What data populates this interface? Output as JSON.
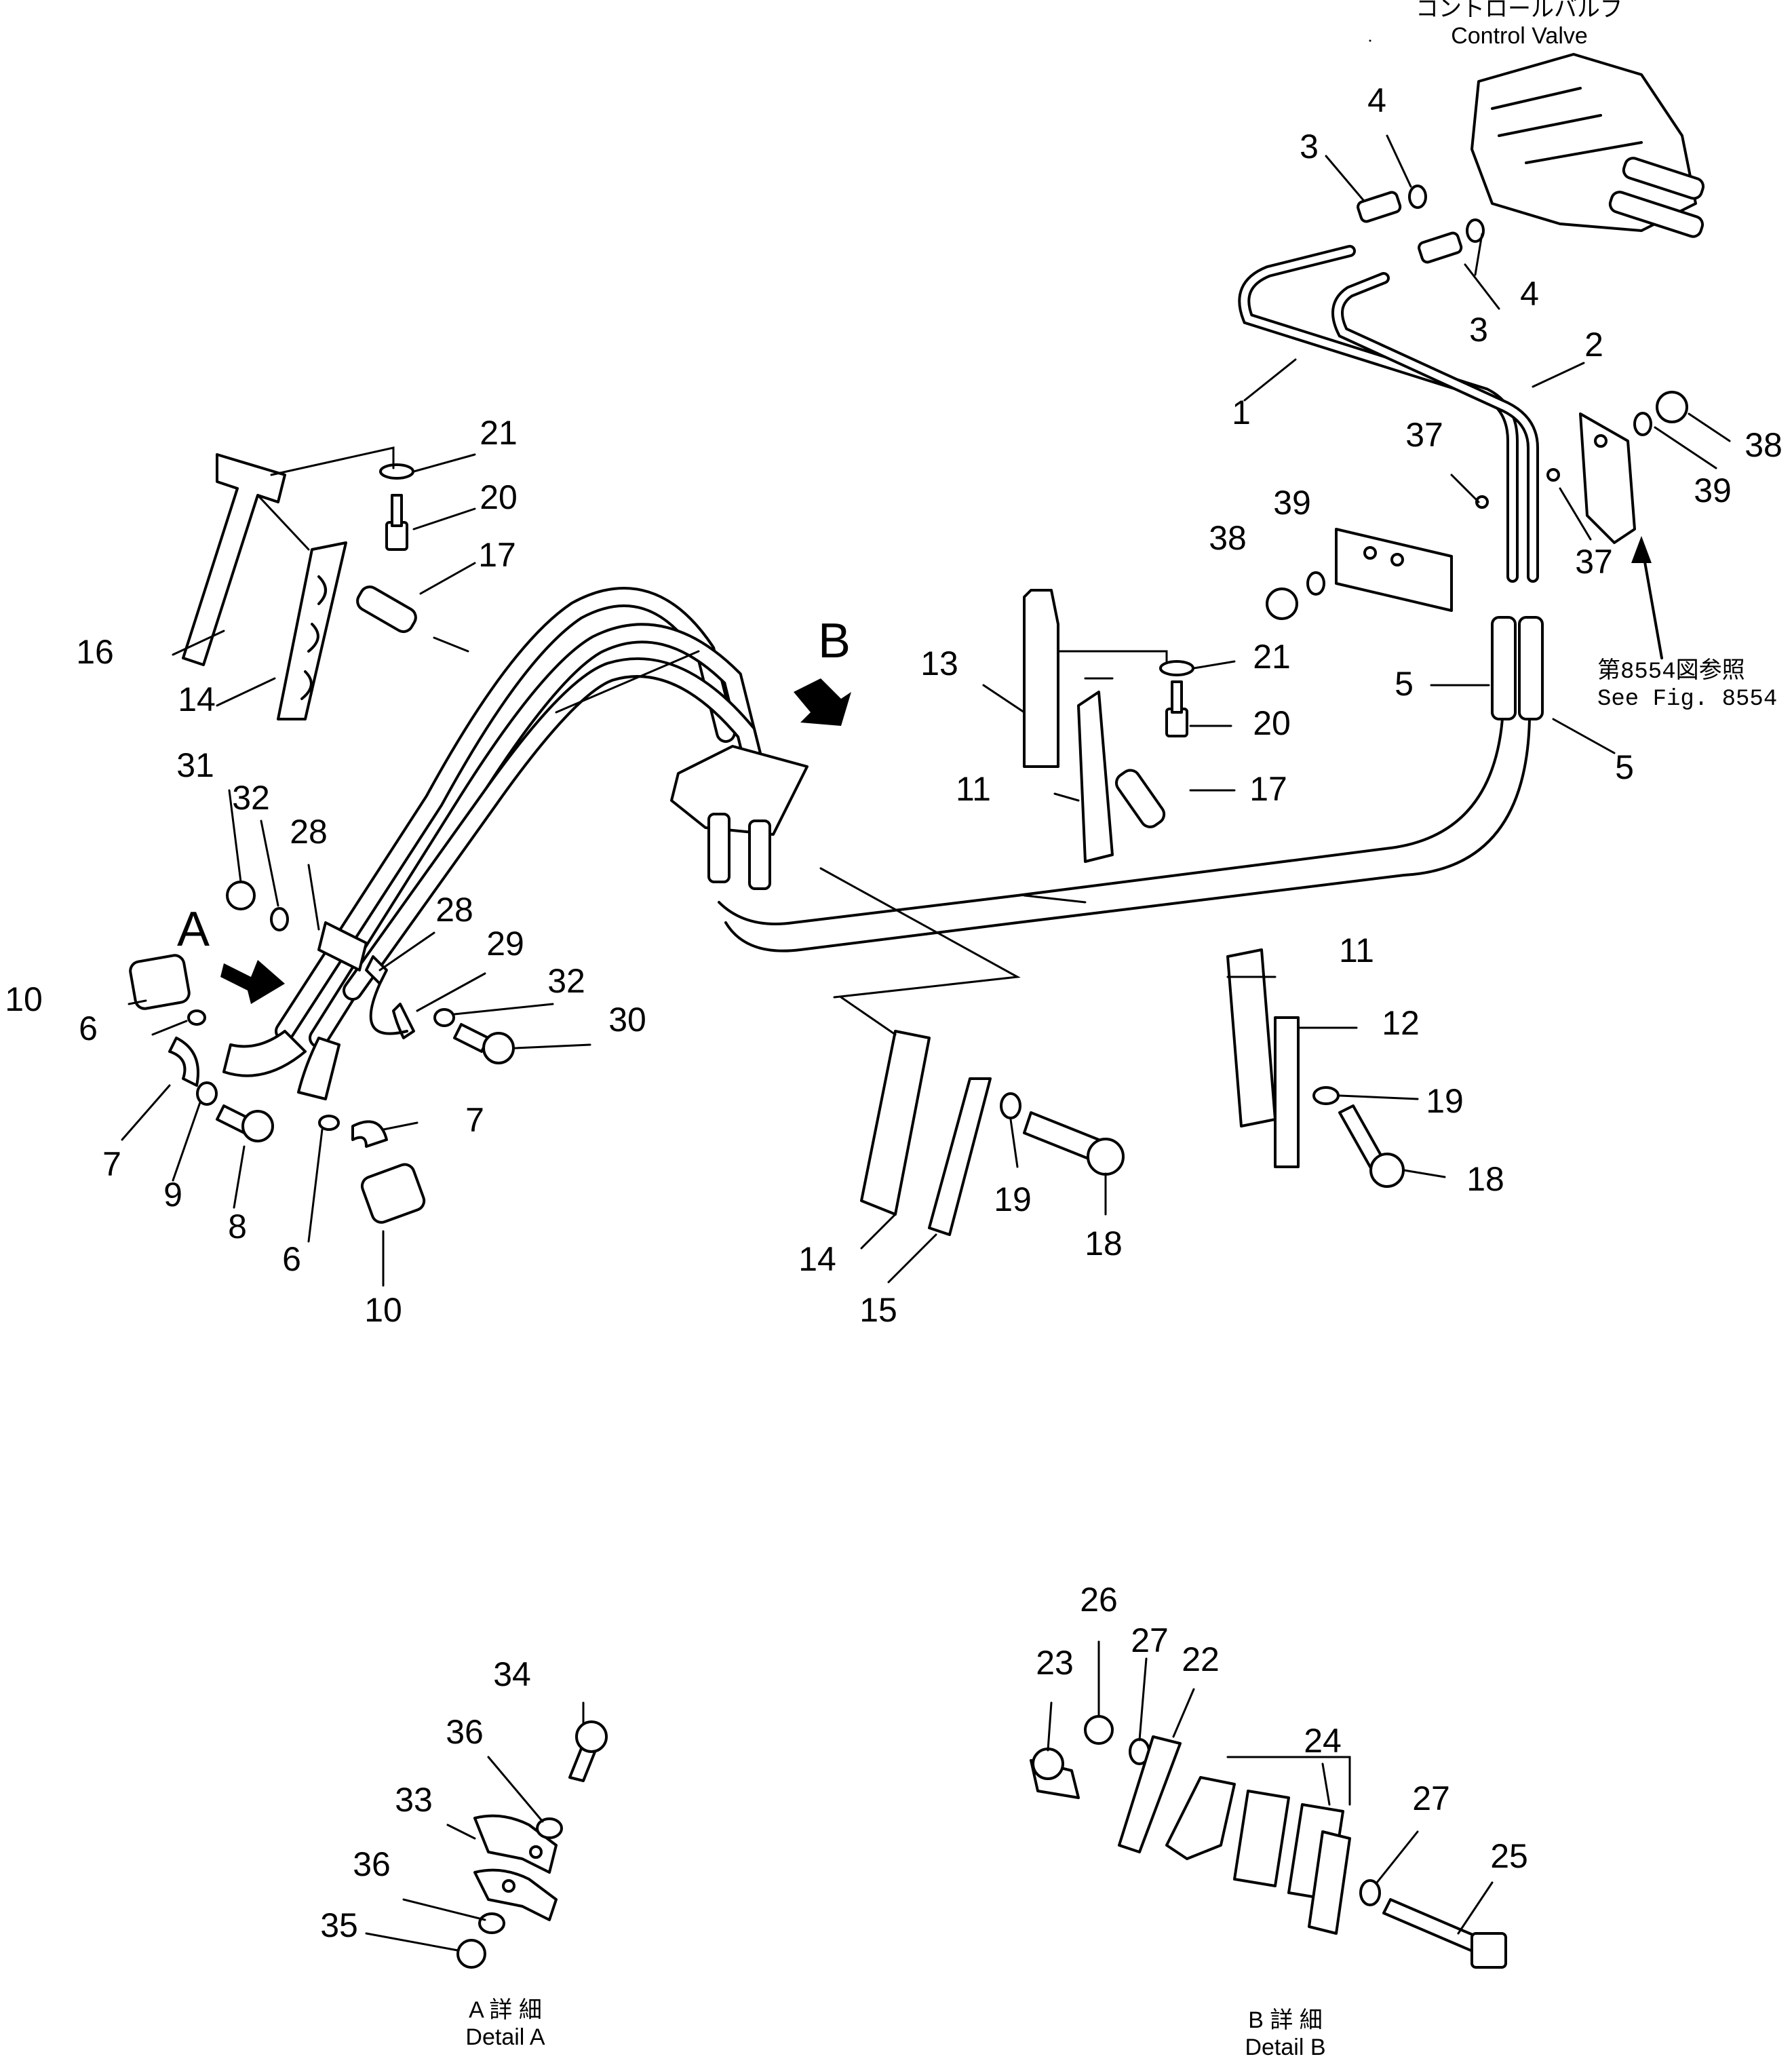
{
  "notes": {
    "control_valve_jp": "コントロールバルブ",
    "control_valve_en": "Control Valve",
    "see_fig_jp": "第8554図参照",
    "see_fig_en": "See Fig. 8554",
    "detail_a_jp": "A 詳 細",
    "detail_a_en": "Detail A",
    "detail_b_jp": "B 詳 細",
    "detail_b_en": "Detail B",
    "arrow_a": "A",
    "arrow_b": "B"
  },
  "callouts": [
    "1",
    "2",
    "3",
    "3",
    "4",
    "4",
    "5",
    "5",
    "6",
    "6",
    "7",
    "7",
    "8",
    "9",
    "10",
    "10",
    "11",
    "11",
    "12",
    "13",
    "14",
    "14",
    "15",
    "16",
    "17",
    "17",
    "18",
    "18",
    "19",
    "19",
    "20",
    "20",
    "21",
    "21",
    "22",
    "23",
    "24",
    "25",
    "26",
    "27",
    "27",
    "28",
    "28",
    "29",
    "30",
    "31",
    "32",
    "32",
    "33",
    "34",
    "35",
    "36",
    "36",
    "37",
    "37",
    "38",
    "38",
    "39",
    "39"
  ]
}
